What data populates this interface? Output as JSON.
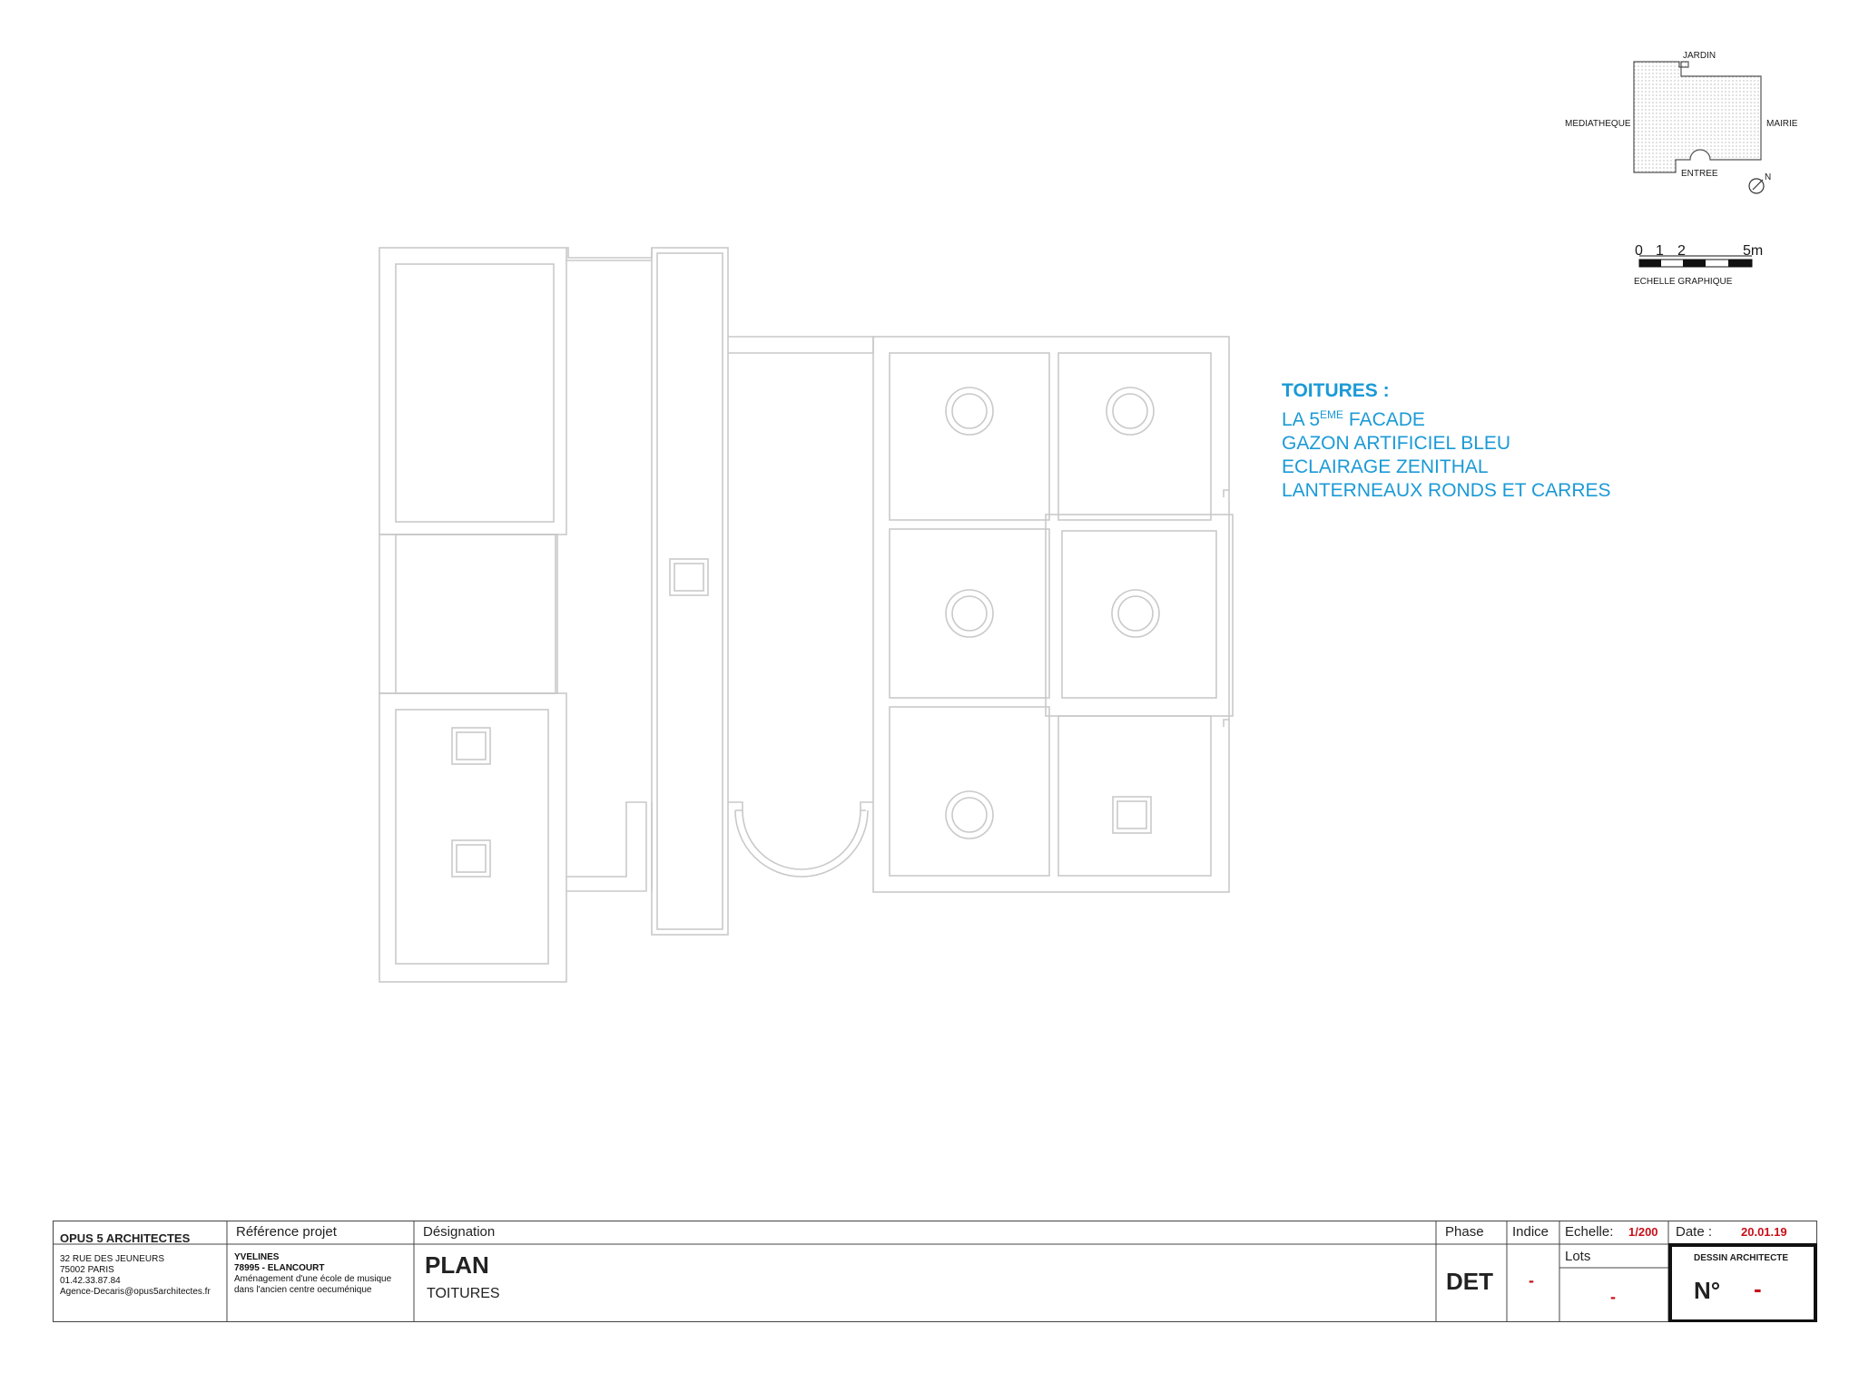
{
  "key_map": {
    "north_label": "JARDIN",
    "south_label": "ENTREE",
    "west_label": "MEDIATHEQUE",
    "east_label": "MAIRIE",
    "compass_label": "N"
  },
  "scale_bar": {
    "ticks": [
      "0",
      "1",
      "2",
      "5m"
    ],
    "caption": "ECHELLE GRAPHIQUE"
  },
  "notes": {
    "heading": "TOITURES :",
    "line1_prefix": "LA 5",
    "line1_sup": "EME",
    "line1_suffix": " FACADE",
    "line2": "GAZON ARTIFICIEL BLEU",
    "line3": "ECLAIRAGE ZENITHAL",
    "line4": "LANTERNEAUX RONDS ET CARRES"
  },
  "title_block": {
    "firm_name": "OPUS 5 ARCHITECTES",
    "firm_address_1": "32 RUE DES JEUNEURS",
    "firm_address_2": "75002 PARIS",
    "firm_phone": "01.42.33.87.84",
    "firm_email": "Agence-Decaris@opus5architectes.fr",
    "ref_label": "Référence projet",
    "ref_line1": "YVELINES",
    "ref_line2": "78995 - ELANCOURT",
    "ref_line3": "Aménagement d'une école de musique",
    "ref_line4": "dans l'ancien centre oecuménique",
    "designation_label": "Désignation",
    "designation_title": "PLAN",
    "designation_subtitle": "TOITURES",
    "phase_label": "Phase",
    "phase_value": "DET",
    "indice_label": "Indice",
    "indice_value": "-",
    "echelle_label": "Echelle:",
    "echelle_value": "1/200",
    "lots_label": "Lots",
    "lots_value": "-",
    "date_label": "Date :",
    "date_value": "20.01.19",
    "dessin_label": "DESSIN ARCHITECTE",
    "numero_label": "N°",
    "numero_value": "-"
  },
  "colors": {
    "notes_blue": "#1b9ad6",
    "accent_red": "#c8101a",
    "plan_line": "#c9c9c9"
  }
}
